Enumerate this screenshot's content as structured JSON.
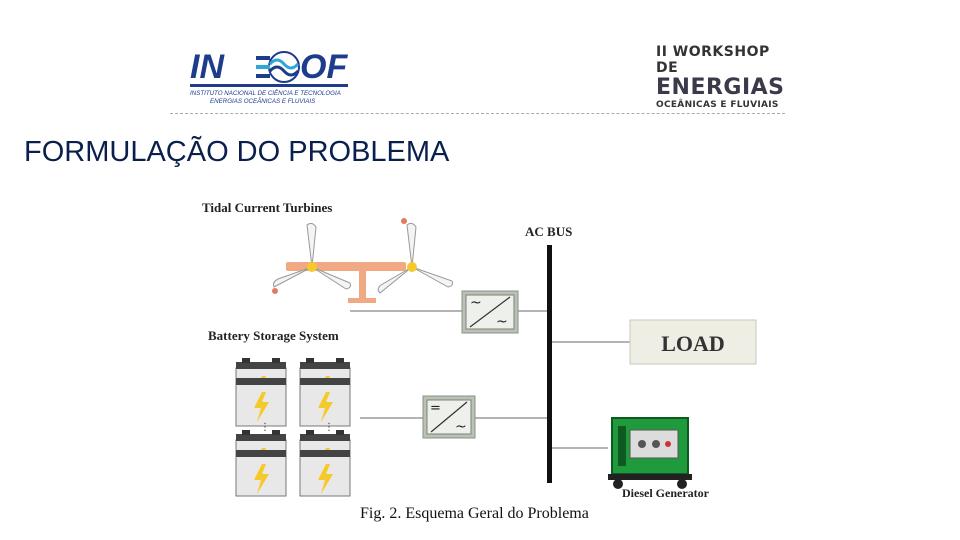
{
  "logo_left": {
    "wordmark_left": "IN",
    "wordmark_right": "OF",
    "subtitle_line1": "INSTITUTO NACIONAL DE CIÊNCIA E TECNOLOGIA",
    "subtitle_line2": "ENERGIAS OCEÂNICAS E FLUVIAIS"
  },
  "logo_right": {
    "line1": "II WORKSHOP DE",
    "line2": "ENERGIAS",
    "line3": "OCEÂNICAS E FLUVIAIS"
  },
  "page_title": "FORMULAÇÃO DO PROBLEMA",
  "diagram": {
    "turbines_label": "Tidal Current Turbines",
    "ac_bus_label": "AC BUS",
    "battery_label": "Battery Storage System",
    "load_label": "LOAD",
    "diesel_label": "Diesel Generator",
    "converter_top_symbol_a": "~",
    "converter_top_symbol_b": "~",
    "converter_bottom_symbol_a": "=",
    "converter_bottom_symbol_b": "~"
  },
  "caption": "Fig. 2. Esquema Geral do Problema",
  "colors": {
    "title": "#0b1f4d",
    "logo_blue": "#1d3c8c",
    "converter_fill": "#b9c2b4",
    "load_fill": "#eeeee4",
    "generator_green": "#1f9a3c",
    "turbine_arm": "#f0a982"
  }
}
